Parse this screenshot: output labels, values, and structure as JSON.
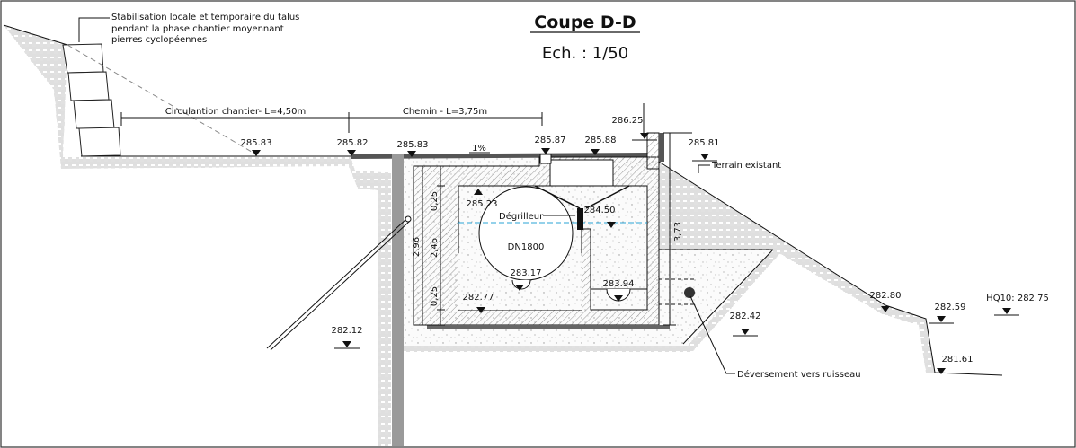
{
  "title": "Coupe D-D",
  "scale": "Ech. : 1/50",
  "annotations": {
    "stabilisation": [
      "Stabilisation locale et temporaire du talus",
      "pendant la phase chantier moyennant",
      "pierres cyclopéennes"
    ],
    "circulation": "Circulantion chantier- L=4,50m",
    "chemin": "Chemin - L=3,75m",
    "slope": "1%",
    "degrilleur": "Dégrilleur",
    "pipe": "DN1800",
    "terrain": "Terrain existant",
    "deversement": "Déversement vers ruisseau"
  },
  "dimensions": {
    "total_height": "2,96",
    "top": "0,25",
    "middle": "2,46",
    "bottom": "0,25",
    "wall": "3,73"
  },
  "elevations": [
    "285.83",
    "285.82",
    "285.83",
    "285.87",
    "285.88",
    "286.25",
    "285.81",
    "285.23",
    "284.50",
    "283.17",
    "283.94",
    "282.77",
    "282.12",
    "282.42",
    "282.80",
    "282.59",
    "HQ10: 282.75",
    "281.61"
  ],
  "colors": {
    "water_line": "#29a3d6",
    "concrete_hatch": "#999999",
    "pile": "#9a9a9a"
  }
}
